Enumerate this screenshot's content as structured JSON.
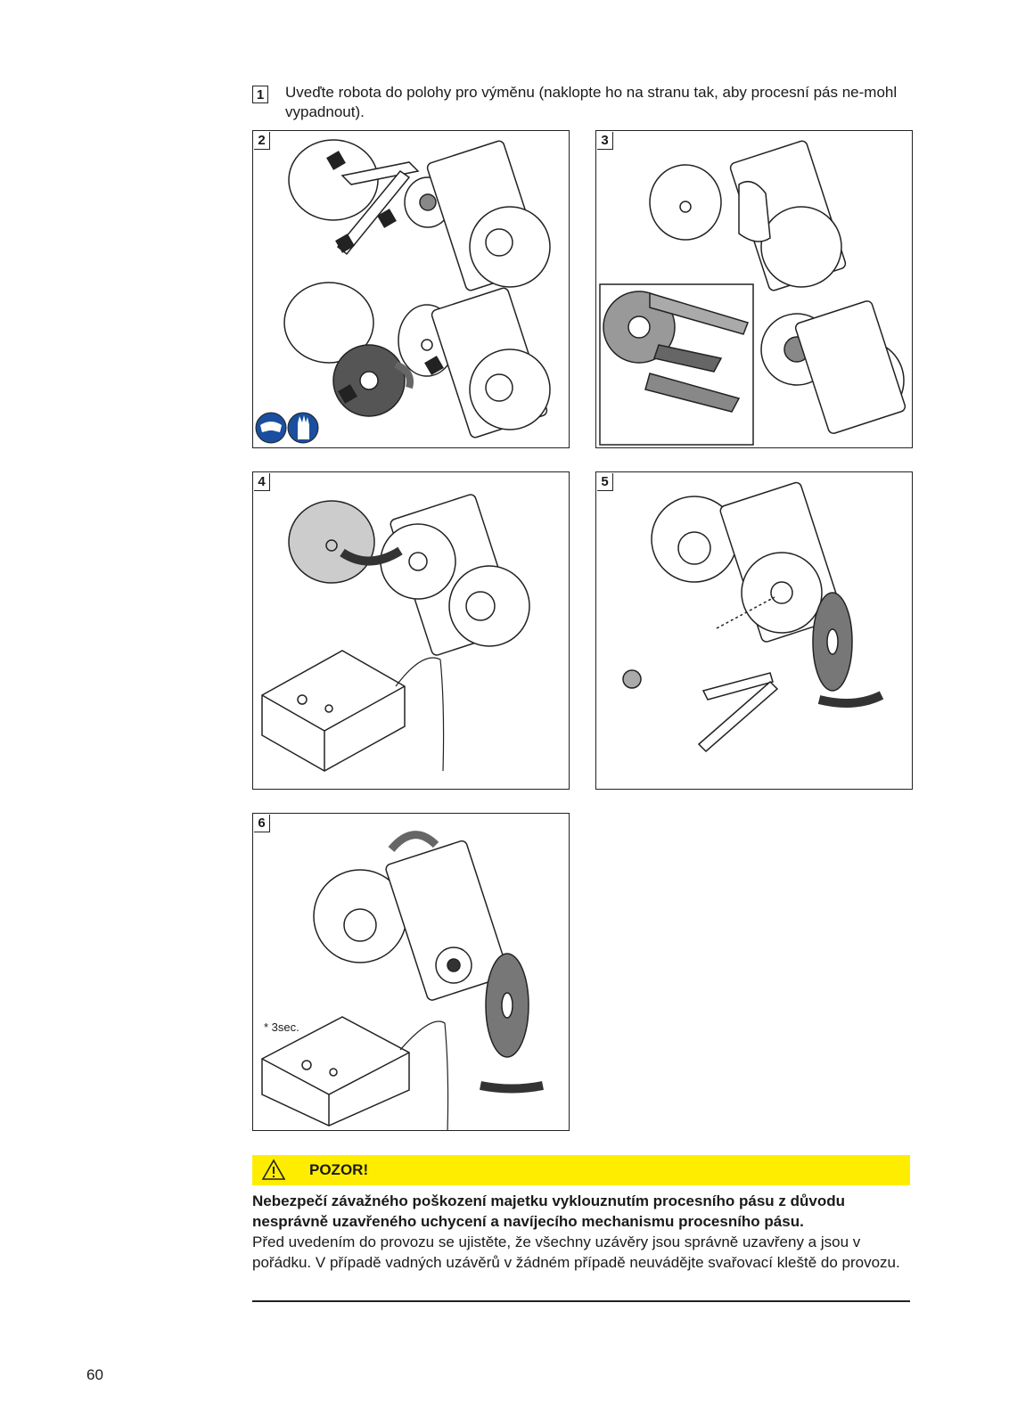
{
  "intro": {
    "step": "1",
    "text": "Uveďte robota do polohy pro výměnu (naklopte ho na stranu tak, aby procesní pás ne-mohl vypadnout)."
  },
  "panels": [
    {
      "step": "2"
    },
    {
      "step": "3"
    },
    {
      "step": "4"
    },
    {
      "step": "5"
    },
    {
      "step": "6",
      "note": "* 3sec."
    }
  ],
  "warning": {
    "title": "POZOR!",
    "heading": "Nebezpečí závažného poškození majetku vyklouznutím procesního pásu z důvodu nesprávně uzavřeného uchycení a navíjecího mechanismu procesního pásu.",
    "body": "Před uvedením do provozu se ujistěte, že všechny uzávěry jsou správně uzavřeny a jsou v pořádku. V případě vadných uzávěrů v žádném případě neuvádějte svařovací kleště do provozu."
  },
  "footer": {
    "page_number": "60"
  },
  "colors": {
    "warning_bar": "#ffed00",
    "safety_icon_blue": "#1a4fa0"
  },
  "icons": [
    "safety-goggles-icon",
    "safety-gloves-icon",
    "warning-triangle-icon"
  ]
}
